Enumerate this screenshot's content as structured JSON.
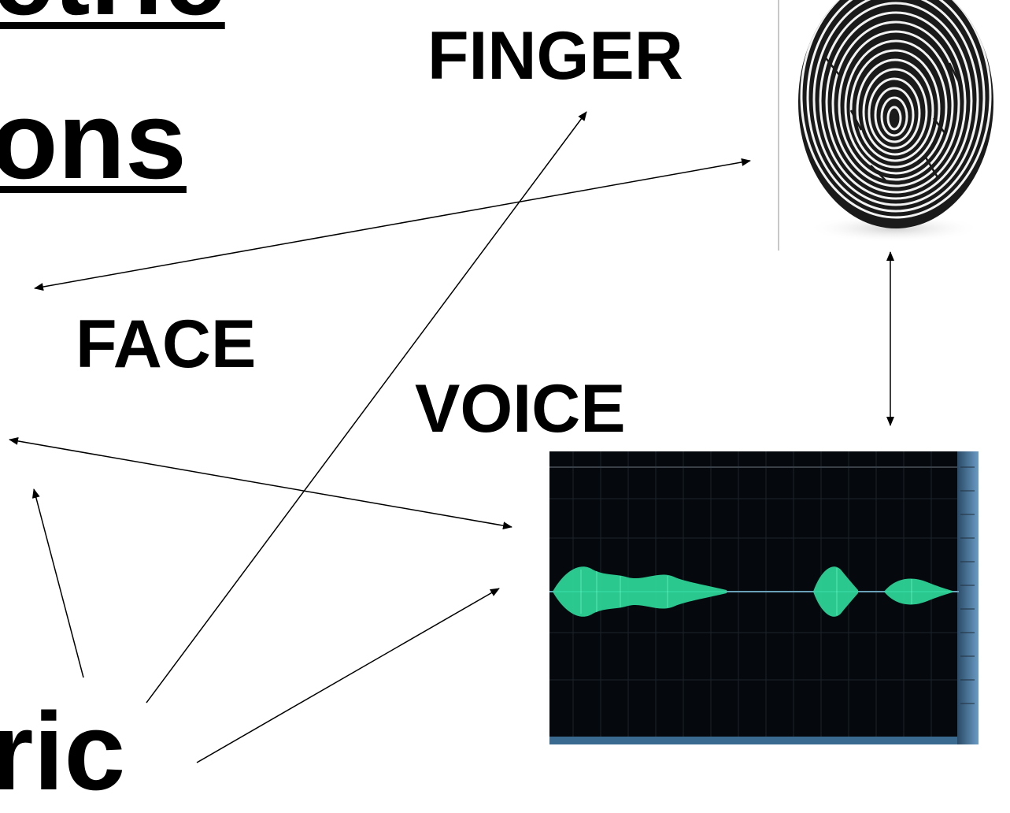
{
  "title": {
    "line_1": "etric",
    "line_2": "ons"
  },
  "labels": {
    "finger": "FINGER",
    "face": "FACE",
    "voice": "VOICE",
    "bottom_fragment": "ric"
  },
  "images": {
    "fingerprint": "fingerprint-icon",
    "voice_waveform": "waveform-icon"
  },
  "colors": {
    "text": "#000000",
    "background": "#ffffff",
    "waveform_bg": "#05080c",
    "waveform_signal": "#2ed89a",
    "waveform_edge": "#4a7aa0"
  }
}
